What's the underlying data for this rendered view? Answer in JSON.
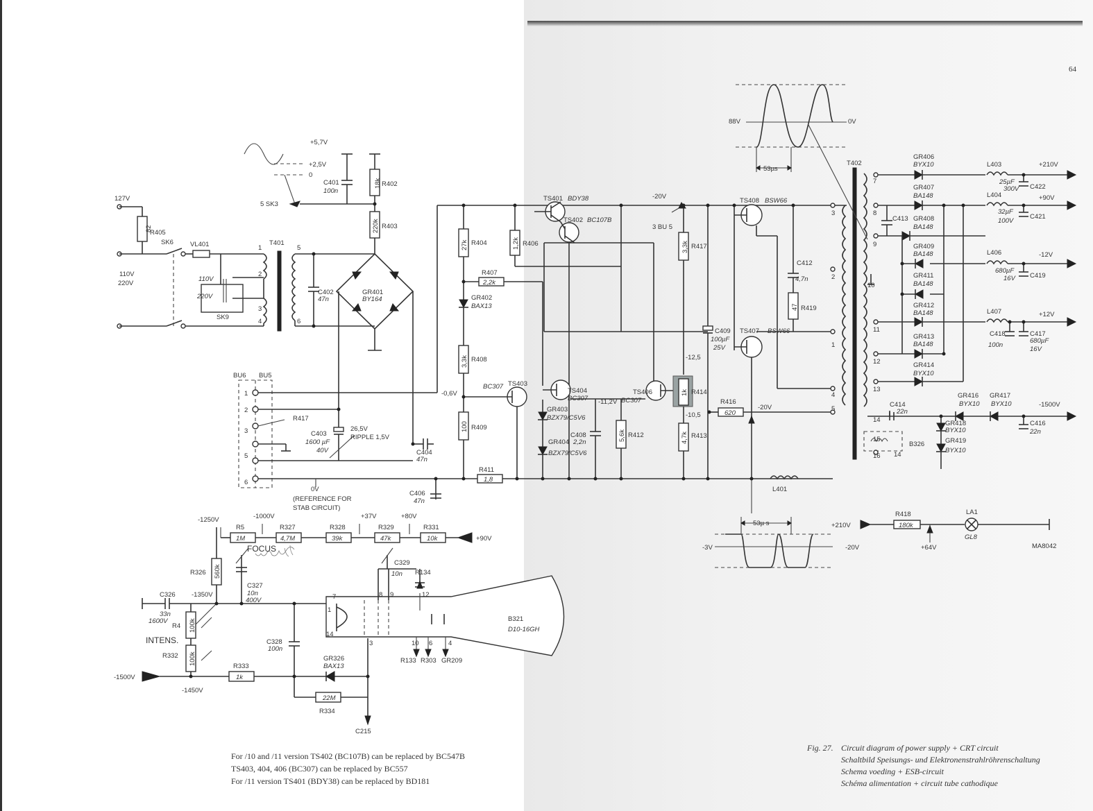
{
  "page_number": "64",
  "drawing_code": "MA8042",
  "notes": [
    "For /10 and /11 version TS402 (BC107B) can  be replaced by BC547B",
    "TS403, 404, 406 (BC307) can be replaced by BC557",
    "For /11 version TS401 (BDY38) can be  replaced by BD181"
  ],
  "caption": {
    "figure": "Fig. 27.",
    "lines": [
      "Circuit diagram of power supply + CRT circuit",
      "Schaltbild Speisungs- und Elektronenstrahlröhrenschaltung",
      "Schema voeding + ESB-circuit",
      "Schéma alimentation + circuit tube cathodique"
    ]
  },
  "labels": {
    "v127": "127V",
    "r405": "R405",
    "r405v": "82",
    "sk6": "SK6",
    "vl401": "VL401",
    "t401": "T401",
    "v110": "110V",
    "v220": "220V",
    "sw110": "110V",
    "sw220": "220V",
    "sk9": "SK9",
    "c402": "C402",
    "c402v": "47n",
    "gr401": "GR401",
    "gr401v": "BY164",
    "c401": "C401",
    "c401v": "100n",
    "r402": "R402",
    "r402v": "18k",
    "r403": "R403",
    "r403v": "220k",
    "sk3": "5 SK3",
    "w57": "+5,7V",
    "w25": "+2,5V",
    "w0": "0",
    "bu6": "BU6",
    "bu5": "BU5",
    "r417a": "R417",
    "c403": "C403",
    "c403v": "1600 µF",
    "c403v2": "40V",
    "ripple": "26,5V",
    "ripple2": "RIPPLE 1,5V",
    "c404": "C404",
    "c404v": "47n",
    "ov": "0V",
    "ref1": "(REFERENCE FOR",
    "ref2": "STAB CIRCUIT)",
    "r404": "R404",
    "r404v": "27k",
    "r407": "R407",
    "r407v": "2,2k",
    "gr402": "GR402",
    "gr402v": "BAX13",
    "r408": "R408",
    "r408v": "3,3k",
    "v06": "-0,6V",
    "r409": "R409",
    "r409v": "100",
    "r411": "R411",
    "r411v": "1,8",
    "c406": "C406",
    "c406v": "47n",
    "r406": "R406",
    "r406v": "1,2k",
    "ts401": "TS401",
    "bdy38": "BDY38",
    "ts402": "TS402",
    "bc107b": "BC107B",
    "bc307a": "BC307",
    "ts403": "TS403",
    "ts404": "TS404",
    "bc307b": "BC307",
    "gr403": "GR403",
    "gr403v": "BZX79/C5V6",
    "gr404": "GR404",
    "gr404v": "BZX79/C5V6",
    "c408": "C408",
    "c408v": "2,2n",
    "r412": "R412",
    "r412v": "5,6k",
    "v112": "-11,2V",
    "bc307c": "BC307",
    "ts406": "TS406",
    "v20a": "-20V",
    "bu3": "3 BU 5",
    "r417": "R417",
    "r417v": "3,3k",
    "r414": "R414",
    "r414v": "1k",
    "v125": "-12,5",
    "v105": "-10,5",
    "r413": "R413",
    "r413v": "4,7k",
    "r416": "R416",
    "r416v": "620",
    "v20b": "-20V",
    "c409": "C409",
    "c409v": "100µF",
    "c409v2": "25V",
    "ts408": "TS408",
    "bsw66a": "BSW66",
    "ts407": "TS407",
    "bsw66b": "BSW66",
    "c412": "C412",
    "c412v": "4,7n",
    "r419": "R419",
    "r419v": "47",
    "l401": "L401",
    "t402": "T402",
    "v88": "88V",
    "w0v": "0V",
    "w53a": "53µs",
    "w53b": "53µ s",
    "wm3": "-3V",
    "wm20": "-20V",
    "gr406": "GR406",
    "gr406v": "BYX10",
    "gr407": "GR407",
    "gr407v": "BA148",
    "gr408": "GR408",
    "gr408v": "BA148",
    "gr409": "GR409",
    "gr409v": "BA148",
    "gr411": "GR411",
    "gr411v": "BA148",
    "gr412": "GR412",
    "gr412v": "BA148",
    "gr413": "GR413",
    "gr413v": "BA148",
    "gr414": "GR414",
    "gr414v": "BYX10",
    "c413": "C413",
    "l403": "L403",
    "l404": "L404",
    "l406": "L406",
    "l407": "L407",
    "p210": "+210V",
    "p90": "+90V",
    "m12": "-12V",
    "p12": "+12V",
    "m1500": "-1500V",
    "c422": "C422",
    "c422v": "25µF",
    "c422v2": "300V",
    "c421": "C421",
    "c421v": "32µF",
    "c421v2": "100V",
    "c419": "C419",
    "c419v": "680µF",
    "c419v2": "16V",
    "c418": "C418",
    "c418v": "100n",
    "c417": "C417",
    "c417v": "680µF",
    "c417v2": "16V",
    "c414": "C414",
    "c414v": "22n",
    "gr416": "GR416",
    "gr416v": "BYX10",
    "gr417": "GR417",
    "gr417v": "BYX10",
    "gr418": "GR418",
    "gr418v": "BYX10",
    "gr419": "GR419",
    "gr419v": "BYX10",
    "c416": "C416",
    "c416v": "22n",
    "b326": "B326",
    "r418": "R418",
    "r418v": "180k",
    "la1": "LA1",
    "gl8": "GL8",
    "p210b": "+210V",
    "p64": "+64V",
    "m1250": "-1250V",
    "m1000": "-1000V",
    "p37": "+37V",
    "p80": "+80V",
    "r5": "R5",
    "r5v": "1M",
    "r327": "R327",
    "r327v": "4,7M",
    "r328": "R328",
    "r328v": "39k",
    "r329": "R329",
    "r329v": "47k",
    "r331": "R331",
    "r331v": "10k",
    "p90b": "+90V",
    "focus": "FOCUS",
    "r326": "R326",
    "r326v": "560k",
    "c327": "C327",
    "c327v": "10n",
    "c327v2": "400V",
    "c329": "C329",
    "c329v": "10n",
    "r134": "R134",
    "c326": "C326",
    "c326v": "33n",
    "c326v2": "1600V",
    "m1350": "-1350V",
    "r4": "R4",
    "r4v": "100k",
    "intens": "INTENS.",
    "r332": "R332",
    "r332v": "100k",
    "m1500b": "-1500V",
    "r333": "R333",
    "r333v": "1k",
    "m1450": "-1450V",
    "c328": "C328",
    "c328v": "100n",
    "gr326": "GR326",
    "gr326v": "BAX13",
    "r334": "R334",
    "r334v": "22M",
    "c215": "C215",
    "b321": "B321",
    "b321v": "D10-16GH",
    "r133": "R133",
    "r303": "R303",
    "gr209": "GR209",
    "pin7": "7",
    "pin1": "1",
    "pin14": "14",
    "pin8": "8",
    "pin9": "9",
    "pin12": "12",
    "pin3": "3",
    "pin10": "10",
    "pin6": "6",
    "pin4": "4"
  }
}
